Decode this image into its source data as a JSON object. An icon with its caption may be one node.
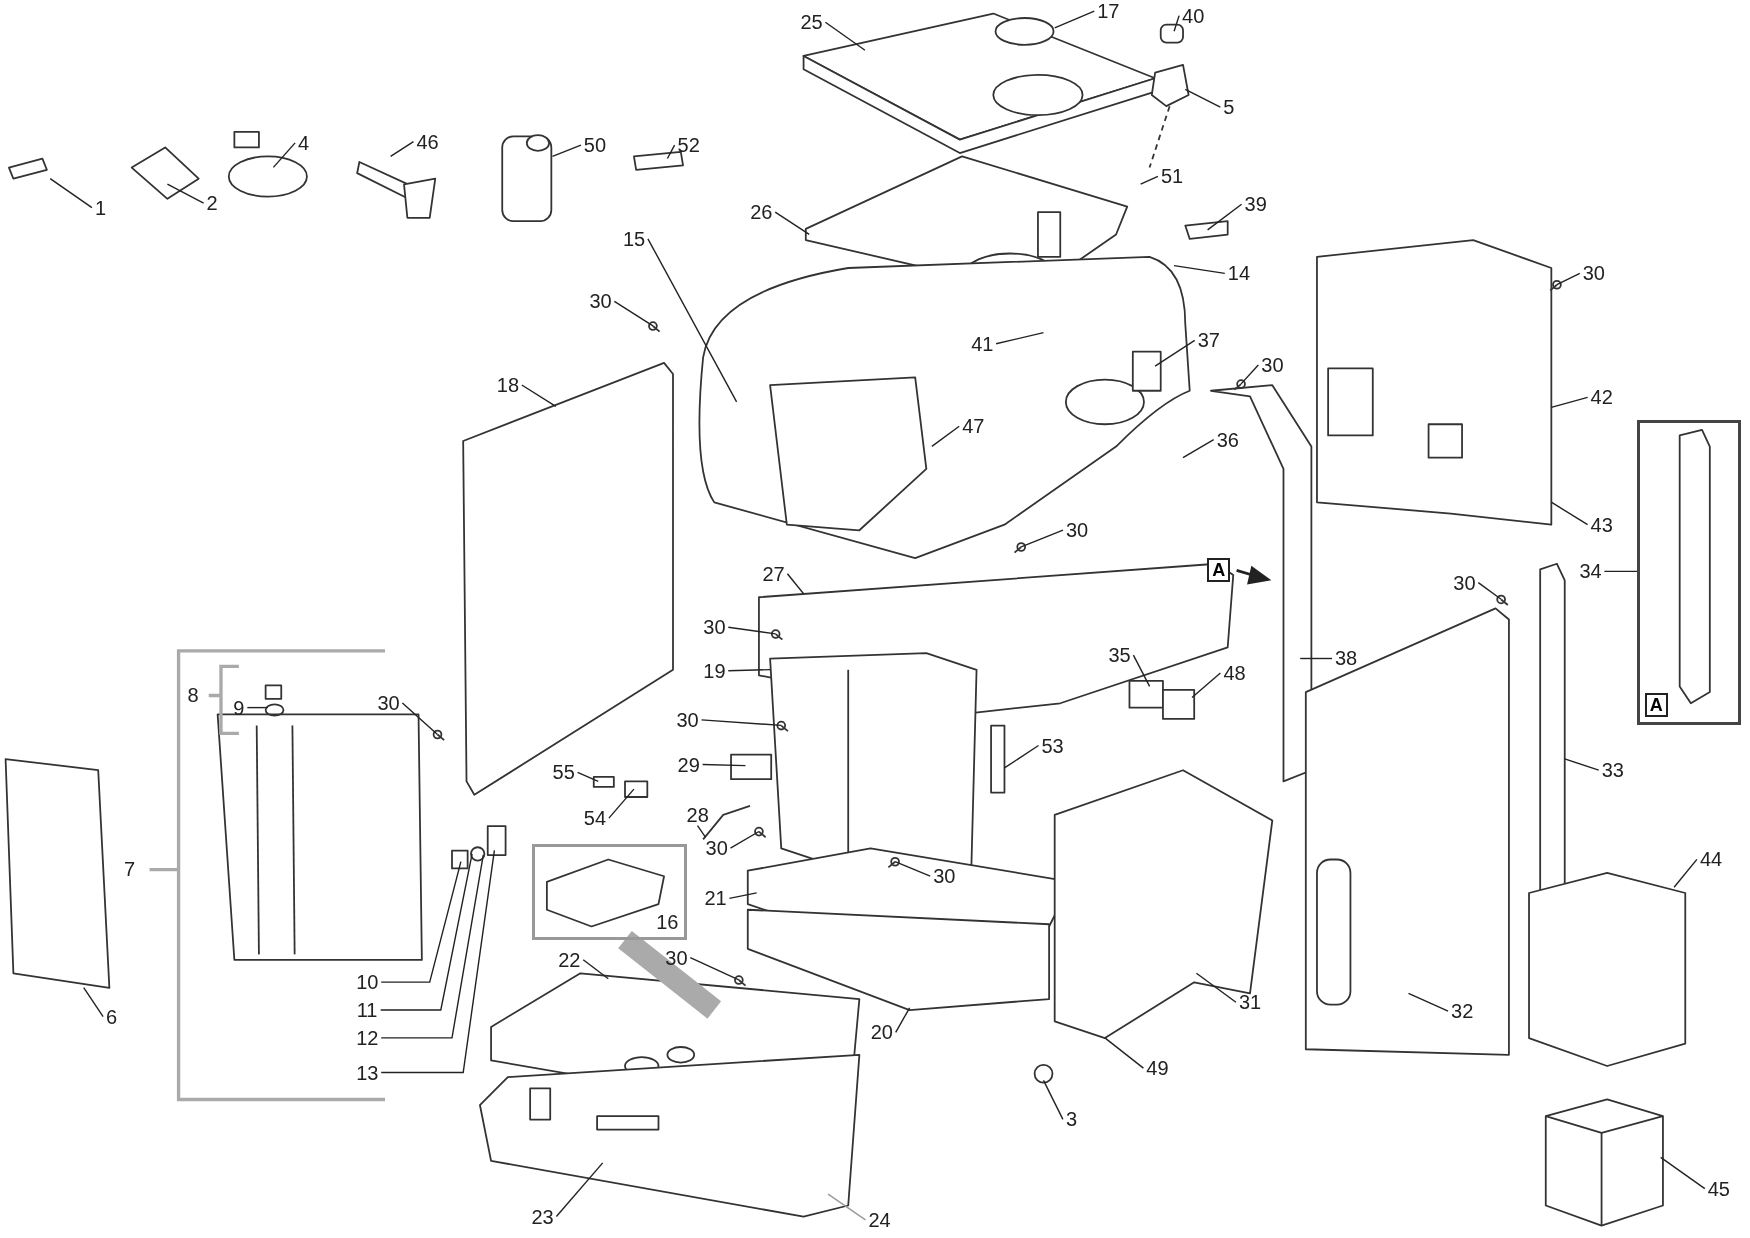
{
  "diagram": {
    "nodes": [
      {
        "text": [
          "1"
        ]
      },
      {
        "text": [
          "2"
        ]
      },
      {
        "text": [
          "4"
        ]
      },
      {
        "text": [
          "46"
        ]
      },
      {
        "text": [
          "50"
        ]
      },
      {
        "text": [
          "52"
        ]
      },
      {
        "text": [
          "25"
        ]
      },
      {
        "text": [
          "17"
        ]
      },
      {
        "text": [
          "40"
        ]
      },
      {
        "text": [
          "5"
        ]
      },
      {
        "text": [
          "51"
        ]
      },
      {
        "text": [
          "39"
        ]
      },
      {
        "text": [
          "26"
        ]
      },
      {
        "text": [
          "15"
        ]
      },
      {
        "text": [
          "14"
        ]
      },
      {
        "text": [
          "30"
        ]
      },
      {
        "text": [
          "30"
        ]
      },
      {
        "text": [
          "41"
        ]
      },
      {
        "text": [
          "37"
        ]
      },
      {
        "text": [
          "30"
        ]
      },
      {
        "text": [
          "18"
        ]
      },
      {
        "text": [
          "47"
        ]
      },
      {
        "text": [
          "36"
        ]
      },
      {
        "text": [
          "42"
        ]
      },
      {
        "text": [
          "30"
        ]
      },
      {
        "text": [
          "43"
        ]
      },
      {
        "text": [
          "27"
        ]
      },
      {
        "text": [
          "30"
        ]
      },
      {
        "text": [
          "34"
        ]
      },
      {
        "text": [
          "30"
        ]
      },
      {
        "text": [
          "35"
        ]
      },
      {
        "text": [
          "48"
        ]
      },
      {
        "text": [
          "38"
        ]
      },
      {
        "text": [
          "19"
        ]
      },
      {
        "text": [
          "8"
        ]
      },
      {
        "text": [
          "9"
        ]
      },
      {
        "text": [
          "30"
        ]
      },
      {
        "text": [
          "30"
        ]
      },
      {
        "text": [
          "53"
        ]
      },
      {
        "text": [
          "55"
        ]
      },
      {
        "text": [
          "29"
        ]
      },
      {
        "text": [
          "54"
        ]
      },
      {
        "text": [
          "28"
        ]
      },
      {
        "text": [
          "33"
        ]
      },
      {
        "text": [
          "7"
        ]
      },
      {
        "text": [
          "30"
        ]
      },
      {
        "text": [
          "30"
        ]
      },
      {
        "text": [
          "21"
        ]
      },
      {
        "text": [
          "44"
        ]
      },
      {
        "text": [
          "16"
        ]
      },
      {
        "text": [
          "10"
        ]
      },
      {
        "text": [
          "11"
        ]
      },
      {
        "text": [
          "12"
        ]
      },
      {
        "text": [
          "13"
        ]
      },
      {
        "text": [
          "22"
        ]
      },
      {
        "text": [
          "30"
        ]
      },
      {
        "text": [
          "20"
        ]
      },
      {
        "text": [
          "31"
        ]
      },
      {
        "text": [
          "32"
        ]
      },
      {
        "text": [
          "6"
        ]
      },
      {
        "text": [
          "49"
        ]
      },
      {
        "text": [
          "3"
        ]
      },
      {
        "text": [
          "45"
        ]
      },
      {
        "text": [
          "23"
        ]
      },
      {
        "text": [
          "24"
        ]
      },
      {
        "text": [],
        "shape": "box"
      }
    ],
    "edges": [
      {
        "from": 0,
        "to": null,
        "arrow": "none"
      },
      {
        "from": 1,
        "to": null,
        "arrow": "none"
      },
      {
        "from": 2,
        "to": null,
        "arrow": "none"
      },
      {
        "from": 3,
        "to": null,
        "arrow": "none"
      },
      {
        "from": 4,
        "to": null,
        "arrow": "none"
      },
      {
        "from": 5,
        "to": null,
        "arrow": "none"
      },
      {
        "from": 6,
        "to": null,
        "arrow": "none"
      },
      {
        "from": 7,
        "to": null,
        "arrow": "none"
      },
      {
        "from": 8,
        "to": null,
        "arrow": "none"
      },
      {
        "from": 9,
        "to": null,
        "arrow": "none"
      },
      {
        "from": 10,
        "to": null,
        "arrow": "none"
      },
      {
        "from": 11,
        "to": null,
        "arrow": "none"
      },
      {
        "from": 12,
        "to": null,
        "arrow": "none"
      },
      {
        "from": 13,
        "to": null,
        "arrow": "none"
      },
      {
        "from": 14,
        "to": null,
        "arrow": "none"
      },
      {
        "from": 15,
        "to": null,
        "arrow": "none"
      },
      {
        "from": 16,
        "to": null,
        "arrow": "none"
      },
      {
        "from": 17,
        "to": null,
        "arrow": "none"
      },
      {
        "from": 18,
        "to": null,
        "arrow": "none"
      },
      {
        "from": 19,
        "to": null,
        "arrow": "none"
      },
      {
        "from": 20,
        "to": null,
        "arrow": "none"
      },
      {
        "from": 21,
        "to": null,
        "arrow": "none"
      },
      {
        "from": 22,
        "to": null,
        "arrow": "none"
      },
      {
        "from": 23,
        "to": null,
        "arrow": "none"
      },
      {
        "from": 24,
        "to": null,
        "arrow": "none"
      },
      {
        "from": 25,
        "to": null,
        "arrow": "none"
      },
      {
        "from": 26,
        "to": null,
        "arrow": "none"
      },
      {
        "from": 27,
        "to": null,
        "arrow": "none"
      },
      {
        "from": 28,
        "to": 65,
        "arrow": "none"
      },
      {
        "from": 29,
        "to": null,
        "arrow": "none"
      },
      {
        "from": 30,
        "to": null,
        "arrow": "none"
      },
      {
        "from": 31,
        "to": null,
        "arrow": "none"
      },
      {
        "from": 32,
        "to": null,
        "arrow": "none"
      },
      {
        "from": 33,
        "to": null,
        "arrow": "none"
      },
      {
        "from": 35,
        "to": null,
        "arrow": "none"
      },
      {
        "from": 36,
        "to": null,
        "arrow": "none"
      },
      {
        "from": 37,
        "to": null,
        "arrow": "none"
      },
      {
        "from": 38,
        "to": null,
        "arrow": "none"
      },
      {
        "from": 39,
        "to": null,
        "arrow": "none"
      },
      {
        "from": 40,
        "to": null,
        "arrow": "none"
      },
      {
        "from": 41,
        "to": null,
        "arrow": "none"
      },
      {
        "from": 42,
        "to": null,
        "arrow": "none"
      },
      {
        "from": 43,
        "to": null,
        "arrow": "none"
      },
      {
        "from": 45,
        "to": null,
        "arrow": "none"
      },
      {
        "from": 46,
        "to": null,
        "arrow": "none"
      },
      {
        "from": 47,
        "to": null,
        "arrow": "none"
      },
      {
        "from": 48,
        "to": null,
        "arrow": "none"
      },
      {
        "from": 50,
        "to": null,
        "arrow": "none"
      },
      {
        "from": 51,
        "to": null,
        "arrow": "none"
      },
      {
        "from": 52,
        "to": null,
        "arrow": "none"
      },
      {
        "from": 53,
        "to": null,
        "arrow": "none"
      },
      {
        "from": 54,
        "to": null,
        "arrow": "none"
      },
      {
        "from": 55,
        "to": null,
        "arrow": "none"
      },
      {
        "from": 56,
        "to": null,
        "arrow": "none"
      },
      {
        "from": 57,
        "to": null,
        "arrow": "none"
      },
      {
        "from": 58,
        "to": null,
        "arrow": "none"
      },
      {
        "from": 59,
        "to": null,
        "arrow": "none"
      },
      {
        "from": 60,
        "to": null,
        "arrow": "none"
      },
      {
        "from": 61,
        "to": null,
        "arrow": "none"
      },
      {
        "from": 62,
        "to": null,
        "arrow": "none"
      },
      {
        "from": 63,
        "to": null,
        "arrow": "none"
      },
      {
        "from": 64,
        "to": null,
        "arrow": "none",
        "color": "#999999"
      },
      {
        "from": 49,
        "to": null,
        "arrow": "none",
        "style": "thick",
        "color": "#aaaaaa"
      }
    ],
    "labels": [
      "A",
      "A"
    ]
  }
}
